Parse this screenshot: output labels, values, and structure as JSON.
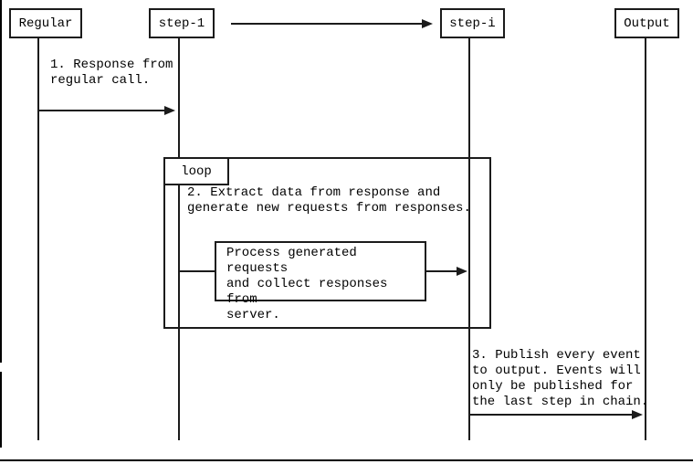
{
  "diagram": {
    "type": "sequence-diagram",
    "participants": [
      {
        "label": "Regular"
      },
      {
        "label": "step-1"
      },
      {
        "label": "step-i"
      },
      {
        "label": "Output"
      }
    ],
    "top_arrow": {
      "from": "step-1",
      "to": "step-i"
    },
    "loop_label": "loop",
    "messages": {
      "m1": "1. Response from\nregular call.",
      "m2": "2. Extract data from response and\ngenerate new requests from responses.",
      "m3": "3. Publish every event\nto output. Events will\nonly be published for\nthe last step in chain."
    },
    "process_box": "Process generated requests\nand collect responses from\nserver.",
    "colors": {
      "line": "#1b1b1b",
      "background": "#ffffff",
      "text": "#000000"
    }
  }
}
